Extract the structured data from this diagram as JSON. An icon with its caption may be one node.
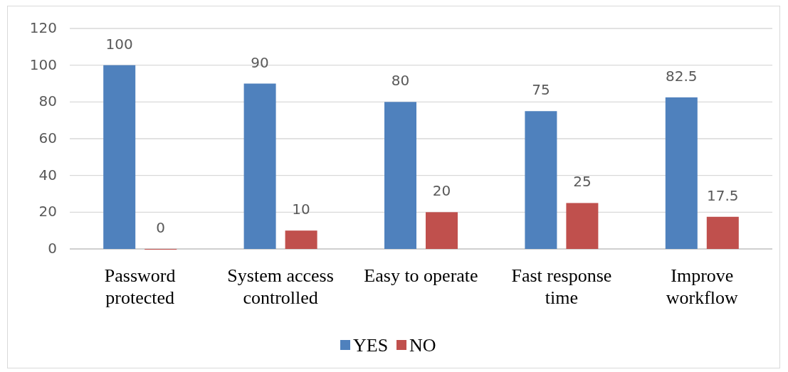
{
  "diagram": {
    "chart_data": {
      "type": "bar",
      "categories": [
        "Password protected",
        "System access controlled",
        "Easy to operate",
        "Fast response time",
        "Improve workflow"
      ],
      "series": [
        {
          "name": "YES",
          "color": "#4f81bd",
          "values": [
            100,
            90,
            80,
            75,
            82.5
          ]
        },
        {
          "name": "NO",
          "color": "#c0504d",
          "values": [
            0,
            10,
            20,
            25,
            17.5
          ]
        }
      ],
      "ylim": [
        0,
        120
      ],
      "yticks": [
        0,
        20,
        40,
        60,
        80,
        100,
        120
      ],
      "grid": true,
      "legend": true,
      "data_labels": true
    }
  }
}
